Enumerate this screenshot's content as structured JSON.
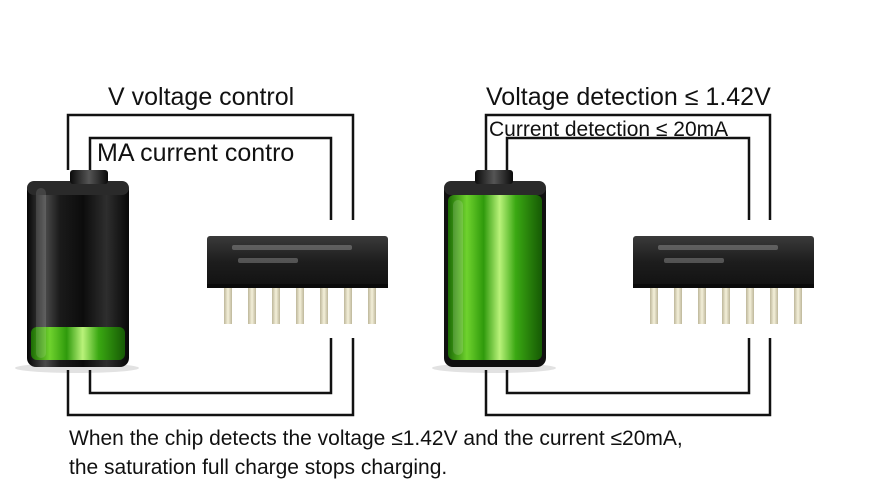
{
  "left_panel": {
    "voltage_label": "V voltage control",
    "current_label": "MA current contro"
  },
  "right_panel": {
    "voltage_label": "Voltage detection ≤ 1.42V",
    "current_label": "Current detection ≤ 20mA"
  },
  "caption": {
    "line1": "When the chip detects the voltage ≤1.42V and the current ≤20mA,",
    "line2": "the saturation full charge stops charging."
  },
  "colors": {
    "wire": "#111111",
    "battery_body": "#1a1a1a",
    "charge_green": "#4cc21a",
    "chip_body": "#262626",
    "chip_pin": "#e8e3c6"
  },
  "left_battery": {
    "charge_level": 0.2
  },
  "right_battery": {
    "charge_level": 1.0
  }
}
